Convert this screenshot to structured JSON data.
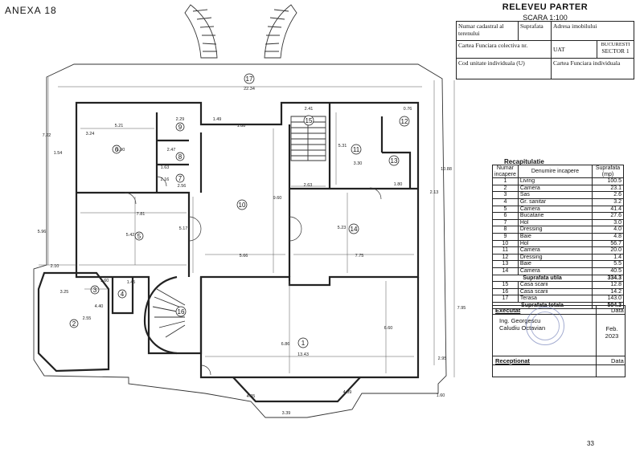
{
  "annex": "ANEXA 18",
  "title": "RELEVEU PARTER",
  "scale": "SCARA 1:100",
  "header_table": {
    "cadastral": "Numar cadastral al terenului",
    "surface": "Suprafata",
    "address": "Adresa imobilului",
    "cf_collective": "Cartea Funciara colectiva nr.",
    "uat": "UAT",
    "locality": "BUCURESTI",
    "sector": "SECTOR 1",
    "unit_code": "Cod unitate individuala (U)",
    "cf_individual": "Cartea Funciara individuala"
  },
  "recap": {
    "title": "Recapitulatie",
    "col_nr": "Numar incapere",
    "col_name": "Denumire incapere",
    "col_area": "Suprafata (mp)",
    "rows": [
      {
        "nr": "1",
        "name": "Living",
        "area": "100.5"
      },
      {
        "nr": "2",
        "name": "Camera",
        "area": "23.1"
      },
      {
        "nr": "3",
        "name": "Sas",
        "area": "2.6"
      },
      {
        "nr": "4",
        "name": "Gr. sanitar",
        "area": "3.2"
      },
      {
        "nr": "5",
        "name": "Camera",
        "area": "41.4"
      },
      {
        "nr": "6",
        "name": "Bucatarie",
        "area": "27.6"
      },
      {
        "nr": "7",
        "name": "Hol",
        "area": "3.0"
      },
      {
        "nr": "8",
        "name": "Dressing",
        "area": "4.0"
      },
      {
        "nr": "9",
        "name": "Baie",
        "area": "4.8"
      },
      {
        "nr": "10",
        "name": "Hol",
        "area": "56.7"
      },
      {
        "nr": "11",
        "name": "Camera",
        "area": "20.0"
      },
      {
        "nr": "12",
        "name": "Dressing",
        "area": "1.4"
      },
      {
        "nr": "13",
        "name": "Baie",
        "area": "5.5"
      },
      {
        "nr": "14",
        "name": "Camera",
        "area": "40.5"
      }
    ],
    "sum_util_label": "Suprafata utila",
    "sum_util": "334.3",
    "extra_rows": [
      {
        "nr": "15",
        "name": "Casa scarii",
        "area": "12.8"
      },
      {
        "nr": "16",
        "name": "Casa scarii",
        "area": "14.2"
      },
      {
        "nr": "17",
        "name": "Terasa",
        "area": "143.0"
      }
    ],
    "sum_total_label": "Suprafata totala",
    "sum_total": "504.3"
  },
  "executat": {
    "label": "Executat",
    "date_label": "Data",
    "name1": "Ing. Georgescu",
    "name2": "Caludiu Octavian",
    "date": "Feb. 2023",
    "receptionat": "Receptionat",
    "date_label2": "Data"
  },
  "rooms": {
    "r1": "1",
    "r2": "2",
    "r3": "3",
    "r4": "4",
    "r5": "5",
    "r6": "6",
    "r7": "7",
    "r8": "8",
    "r9": "9",
    "r10": "10",
    "r11": "11",
    "r12": "12",
    "r13": "13",
    "r14": "14",
    "r15": "15",
    "r16": "16",
    "r17": "17"
  },
  "dims": {
    "d_2234": "22.34",
    "d_521": "5.21",
    "d_229": "2.29",
    "d_149": "1.49",
    "d_188": "1.88",
    "d_241": "2.41",
    "d_076": "0.76",
    "d_247": "2.47",
    "d_163": "1.63",
    "d_216": "2.16",
    "d_256": "2.56",
    "d_154": "1.54",
    "d_722": "7.22",
    "d_781": "7.81",
    "d_542": "5.42",
    "d_517": "5.17",
    "d_960": "9.60",
    "d_263": "2.63",
    "d_330": "3.30",
    "d_531": "5.31",
    "d_180": "1.80",
    "d_213": "2.13",
    "d_1088": "10.88",
    "d_523": "5.23",
    "d_775": "7.75",
    "d_566": "5.66",
    "d_596": "5.96",
    "d_210": "2.10",
    "d_325": "3.25",
    "d_160": "1.60",
    "d_145": "1.45",
    "d_440": "4.40",
    "d_255": "2.55",
    "d_1343": "13.43",
    "d_660": "6.60",
    "d_686": "6.86",
    "d_295": "2.95",
    "d_795": "7.95",
    "d_160b": "1.60",
    "d_339": "3.39",
    "d_409": "4.09",
    "d_405": "4.05",
    "d_324": "3.24",
    "d_390": "3.90"
  },
  "page_num": "33"
}
